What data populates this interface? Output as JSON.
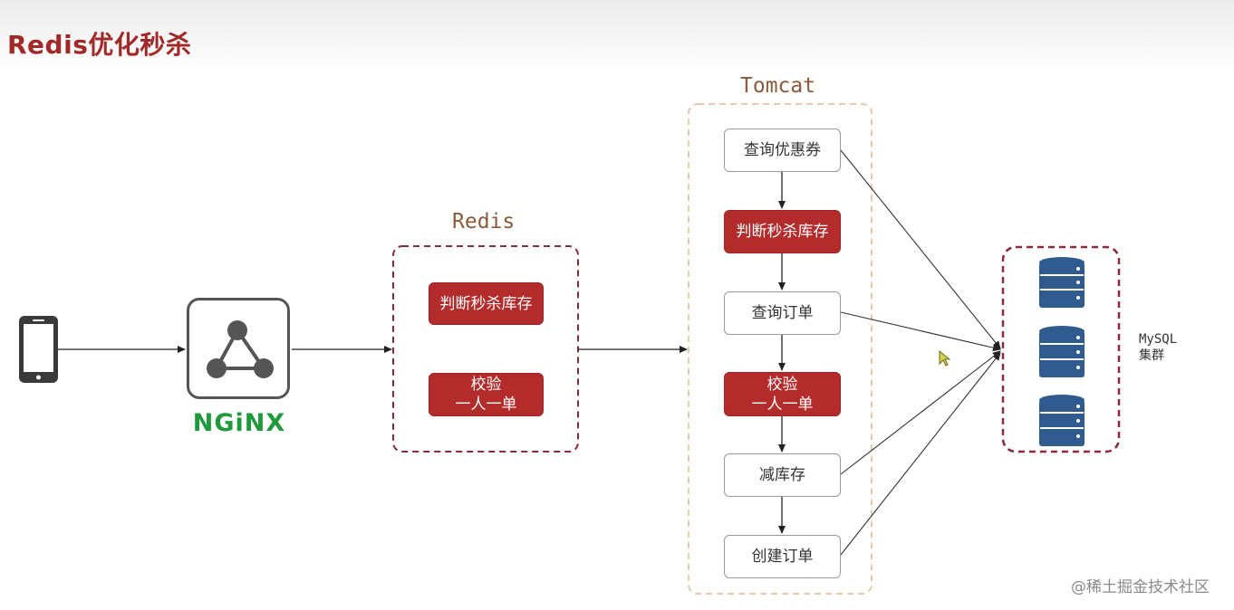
{
  "title": "Redis优化秒杀",
  "client": {
    "icon": "smartphone-icon"
  },
  "nginx": {
    "icon": "nginx-triangle-icon",
    "label": "NGiNX",
    "color": "#1e9a3a"
  },
  "redis": {
    "label": "Redis",
    "steps": [
      {
        "text": "判断秒杀库存"
      },
      {
        "text": "校验\n一人一单"
      }
    ]
  },
  "tomcat": {
    "label": "Tomcat",
    "steps": [
      {
        "text": "查询优惠券",
        "style": "white"
      },
      {
        "text": "判断秒杀库存",
        "style": "red"
      },
      {
        "text": "查询订单",
        "style": "white"
      },
      {
        "text": "校验\n一人一单",
        "style": "red"
      },
      {
        "text": "减库存",
        "style": "white"
      },
      {
        "text": "创建订单",
        "style": "white"
      }
    ]
  },
  "mysql": {
    "label_line1": "MySQL",
    "label_line2": "集群",
    "icon": "database-icon"
  },
  "watermark": "@稀土掘金技术社区",
  "colors": {
    "accent_red": "#b32b2b",
    "title_red": "#a32828",
    "redis_border": "#8b2a3a",
    "tomcat_border": "#e8c9a8",
    "db_blue": "#2f5b8e"
  }
}
